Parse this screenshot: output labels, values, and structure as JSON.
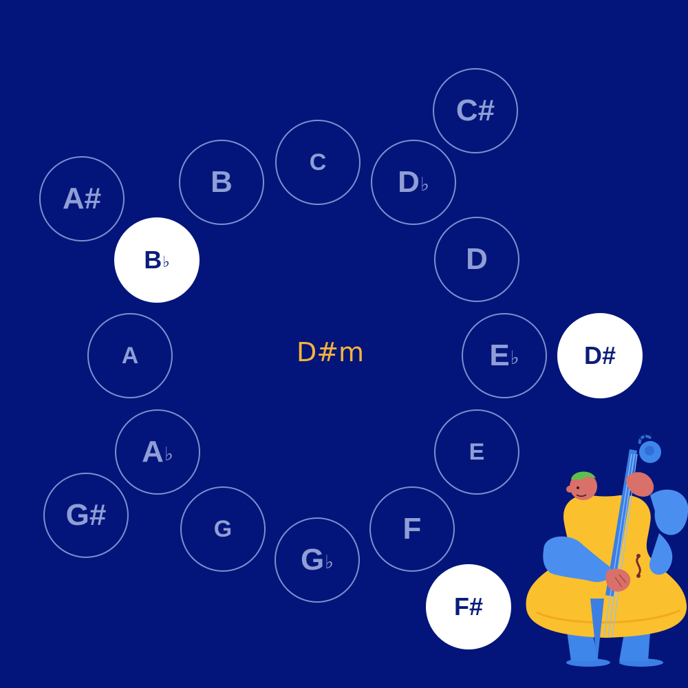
{
  "chord_name": "D#m",
  "colors": {
    "background": "#03157a",
    "inactive_border": "#7e8ed0",
    "inactive_text": "#8f9ed6",
    "active_fill": "#ffffff",
    "active_text": "#0b1d7a",
    "chord_text": "#f2b53b"
  },
  "notes": [
    {
      "id": "c-sharp",
      "label": "C#",
      "accidental": "",
      "active": false
    },
    {
      "id": "a-sharp",
      "label": "A#",
      "accidental": "",
      "active": false
    },
    {
      "id": "b",
      "label": "B",
      "accidental": "",
      "active": false
    },
    {
      "id": "c",
      "label": "C",
      "accidental": "",
      "active": false
    },
    {
      "id": "d-flat",
      "label": "D",
      "accidental": "♭",
      "active": false
    },
    {
      "id": "b-flat",
      "label": "B",
      "accidental": "♭",
      "active": true
    },
    {
      "id": "d",
      "label": "D",
      "accidental": "",
      "active": false
    },
    {
      "id": "a",
      "label": "A",
      "accidental": "",
      "active": false
    },
    {
      "id": "e-flat",
      "label": "E",
      "accidental": "♭",
      "active": false
    },
    {
      "id": "d-sharp",
      "label": "D#",
      "accidental": "",
      "active": true
    },
    {
      "id": "a-flat",
      "label": "A",
      "accidental": "♭",
      "active": false
    },
    {
      "id": "e",
      "label": "E",
      "accidental": "",
      "active": false
    },
    {
      "id": "g-sharp",
      "label": "G#",
      "accidental": "",
      "active": false
    },
    {
      "id": "g",
      "label": "G",
      "accidental": "",
      "active": false
    },
    {
      "id": "f",
      "label": "F",
      "accidental": "",
      "active": false
    },
    {
      "id": "g-flat",
      "label": "G",
      "accidental": "♭",
      "active": false
    },
    {
      "id": "f-sharp",
      "label": "F#",
      "accidental": "",
      "active": true
    }
  ],
  "illustration": {
    "name": "bass-player-illustration"
  }
}
